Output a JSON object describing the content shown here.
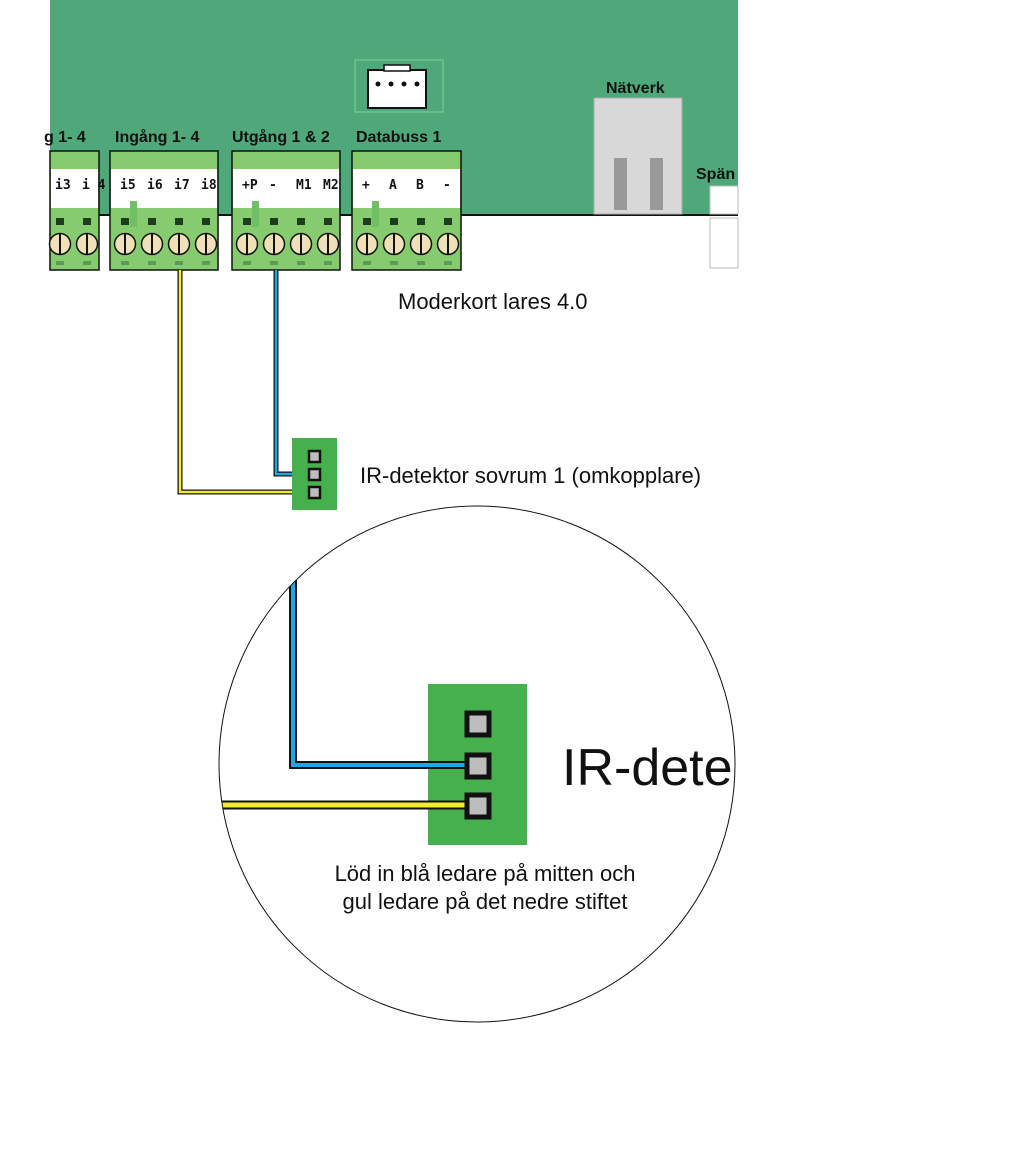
{
  "board": {
    "color": "#4fa87a",
    "network_label": "Nätverk",
    "power_label_partial": "Spän",
    "caption": "Moderkort lares 4.0"
  },
  "terminals": [
    {
      "id": "in-1-4",
      "title": "g 1- 4",
      "pins": [
        "i3",
        "i 4"
      ]
    },
    {
      "id": "in-5-8",
      "title": "Ingång 1- 4",
      "pins": [
        "i5",
        "i6",
        "i7",
        "i8"
      ]
    },
    {
      "id": "out",
      "title": "Utgång 1 & 2",
      "pins": [
        "+P",
        "-",
        "M1",
        "M2"
      ]
    },
    {
      "id": "bus",
      "title": "Databuss 1",
      "pins": [
        "+",
        "A",
        "B",
        "-"
      ]
    }
  ],
  "detector": {
    "label": "IR-detektor sovrum 1 (omkopplare)",
    "zoom_label": "IR-dete",
    "instruction_line1": "Löd in blå ledare på mitten och",
    "instruction_line2": "gul ledare på det nedre stiftet"
  },
  "colors": {
    "terminal_green": "#86cc6e",
    "detector_green": "#45b04c",
    "wire_blue": "#1fa8e0",
    "wire_yellow": "#f4eb2a"
  }
}
